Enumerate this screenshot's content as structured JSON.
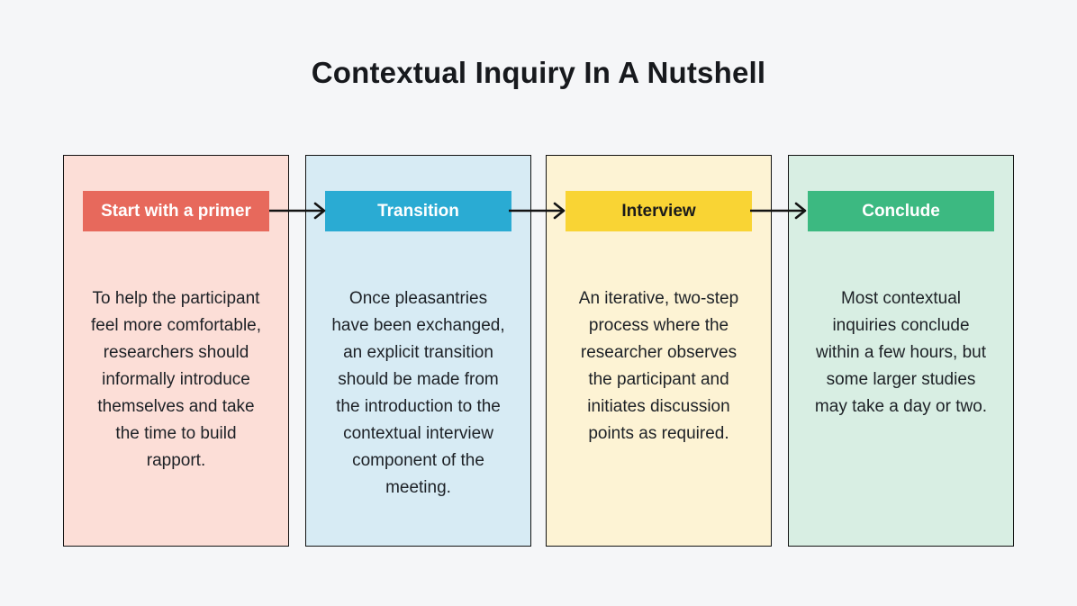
{
  "title": "Contextual Inquiry In A Nutshell",
  "colors": {
    "page_bg": "#F5F6F8",
    "card_border": "#131313",
    "arrow": "#131313",
    "title_text": "#17191D",
    "body_text": "#1D2126"
  },
  "cards": [
    {
      "badge_label": "Start with a primer",
      "badge_bg": "#E7695C",
      "badge_text_color": "#FFFFFF",
      "card_bg": "#FCDED7",
      "body": "To help the participant\nfeel more comfortable,\nresearchers should\ninformally introduce\nthemselves and take\nthe time to build\nrapport."
    },
    {
      "badge_label": "Transition",
      "badge_bg": "#2AABD3",
      "badge_text_color": "#FFFFFF",
      "card_bg": "#D7EBF4",
      "body": "Once pleasantries\nhave been exchanged,\nan explicit transition\nshould be made from\nthe introduction to the\ncontextual interview\ncomponent of the\nmeeting."
    },
    {
      "badge_label": "Interview",
      "badge_bg": "#F9D434",
      "badge_text_color": "#1B1B1B",
      "card_bg": "#FDF3D4",
      "body": "An iterative, two-step\nprocess where the\nresearcher observes\nthe participant and\ninitiates discussion\npoints as required."
    },
    {
      "badge_label": "Conclude",
      "badge_bg": "#3CB981",
      "badge_text_color": "#FFFFFF",
      "card_bg": "#D8EEE3",
      "body": "Most contextual\ninquiries conclude\nwithin a few hours, but\nsome larger studies\nmay take a day or two."
    }
  ],
  "connectors": [
    {
      "icon": "arrow-right-icon",
      "from": "Start with a primer",
      "to": "Transition"
    },
    {
      "icon": "arrow-right-icon",
      "from": "Transition",
      "to": "Interview"
    },
    {
      "icon": "arrow-right-icon",
      "from": "Interview",
      "to": "Conclude"
    }
  ]
}
